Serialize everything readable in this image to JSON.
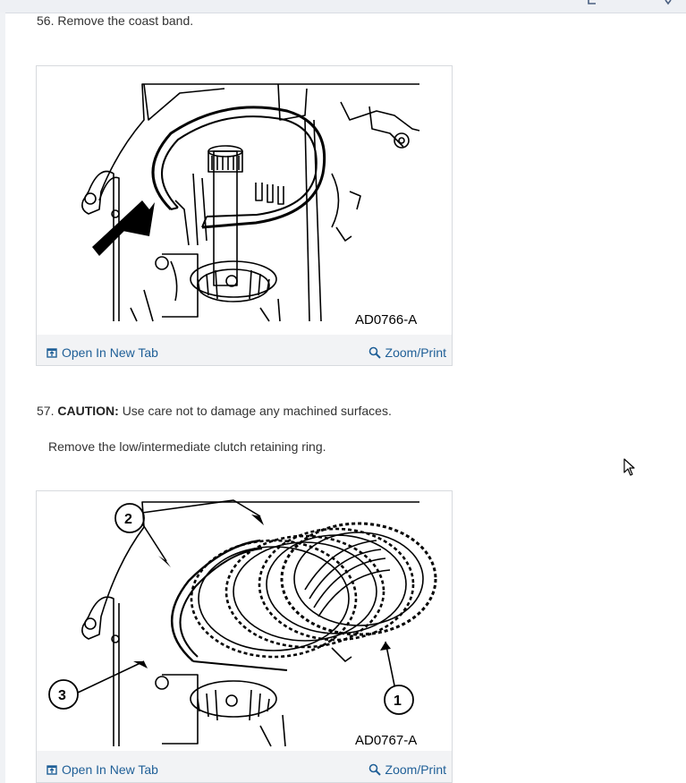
{
  "steps": [
    {
      "number": "56.",
      "text": "Remove the coast band.",
      "figure": {
        "code": "AD0766-A",
        "open_label": "Open In New Tab",
        "zoom_label": "Zoom/Print"
      }
    },
    {
      "number": "57.",
      "caution_label": "CAUTION:",
      "caution_text": "Use care not to damage any machined surfaces.",
      "text": "Remove the low/intermediate clutch retaining ring.",
      "figure": {
        "code": "AD0767-A",
        "callouts": [
          "1",
          "2",
          "3"
        ],
        "open_label": "Open In New Tab",
        "zoom_label": "Zoom/Print"
      }
    }
  ],
  "colors": {
    "link": "#1f5f97",
    "card_bg": "#f2f3f5",
    "text": "#333333"
  },
  "icons": {
    "open_tab": "open-new-tab-icon",
    "zoom": "magnifier-icon",
    "cursor": "mouse-pointer-icon"
  }
}
